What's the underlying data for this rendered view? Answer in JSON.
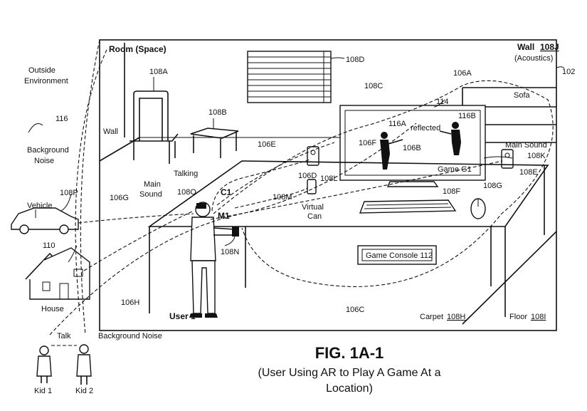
{
  "labels": {
    "room": "Room (Space)",
    "wall_ref": "Wall",
    "wall_num": "108J",
    "acoustics": "(Acoustics)",
    "ref_102": "102",
    "outside_env_1": "Outside",
    "outside_env_2": "Environment",
    "ref_116": "116",
    "bg_noise_1": "Background",
    "bg_noise_2": "Noise",
    "vehicle": "Vehicle",
    "ref_108P": "108P",
    "ref_110": "110",
    "house": "House",
    "talk": "Talk",
    "background_noise": "Background Noise",
    "kid1": "Kid 1",
    "kid2": "Kid 2",
    "ref_108A": "108A",
    "ref_108B": "108B",
    "ref_108D": "108D",
    "ref_108C": "108C",
    "ref_106A": "106A",
    "sofa": "Sofa",
    "wall": "Wall",
    "ref_114": "114",
    "ref_116A": "116A",
    "ref_116B": "116B",
    "reflected": "reflected",
    "ref_106F": "106F",
    "ref_106B": "106B",
    "game_g1": "Game G1",
    "ref_106E": "106E",
    "main_sound_right": "Main Sound",
    "ref_108K": "108K",
    "ref_108E_right": "108E",
    "ref_106D": "106D",
    "ref_108L": "108L",
    "ref_108G": "108G",
    "ref_108M": "108M",
    "ref_108F": "108F",
    "virtual": "Virtual",
    "can": "Can",
    "talking": "Talking",
    "main_sound_left_1": "Main",
    "main_sound_left_2": "Sound",
    "ref_108O": "108O",
    "c1": "C1",
    "m1": "M1",
    "ref_106G": "106G",
    "ref_108N": "108N",
    "game_console": "Game Console 112",
    "ref_106H": "106H",
    "user1": "User 1",
    "ref_106C": "106C",
    "carpet": "Carpet",
    "carpet_num": "108H",
    "floor": "Floor",
    "floor_num": "108I"
  },
  "caption": {
    "figure": "FIG. 1A-1",
    "line1": "(User Using AR to Play A Game At a",
    "line2": "Location)"
  }
}
